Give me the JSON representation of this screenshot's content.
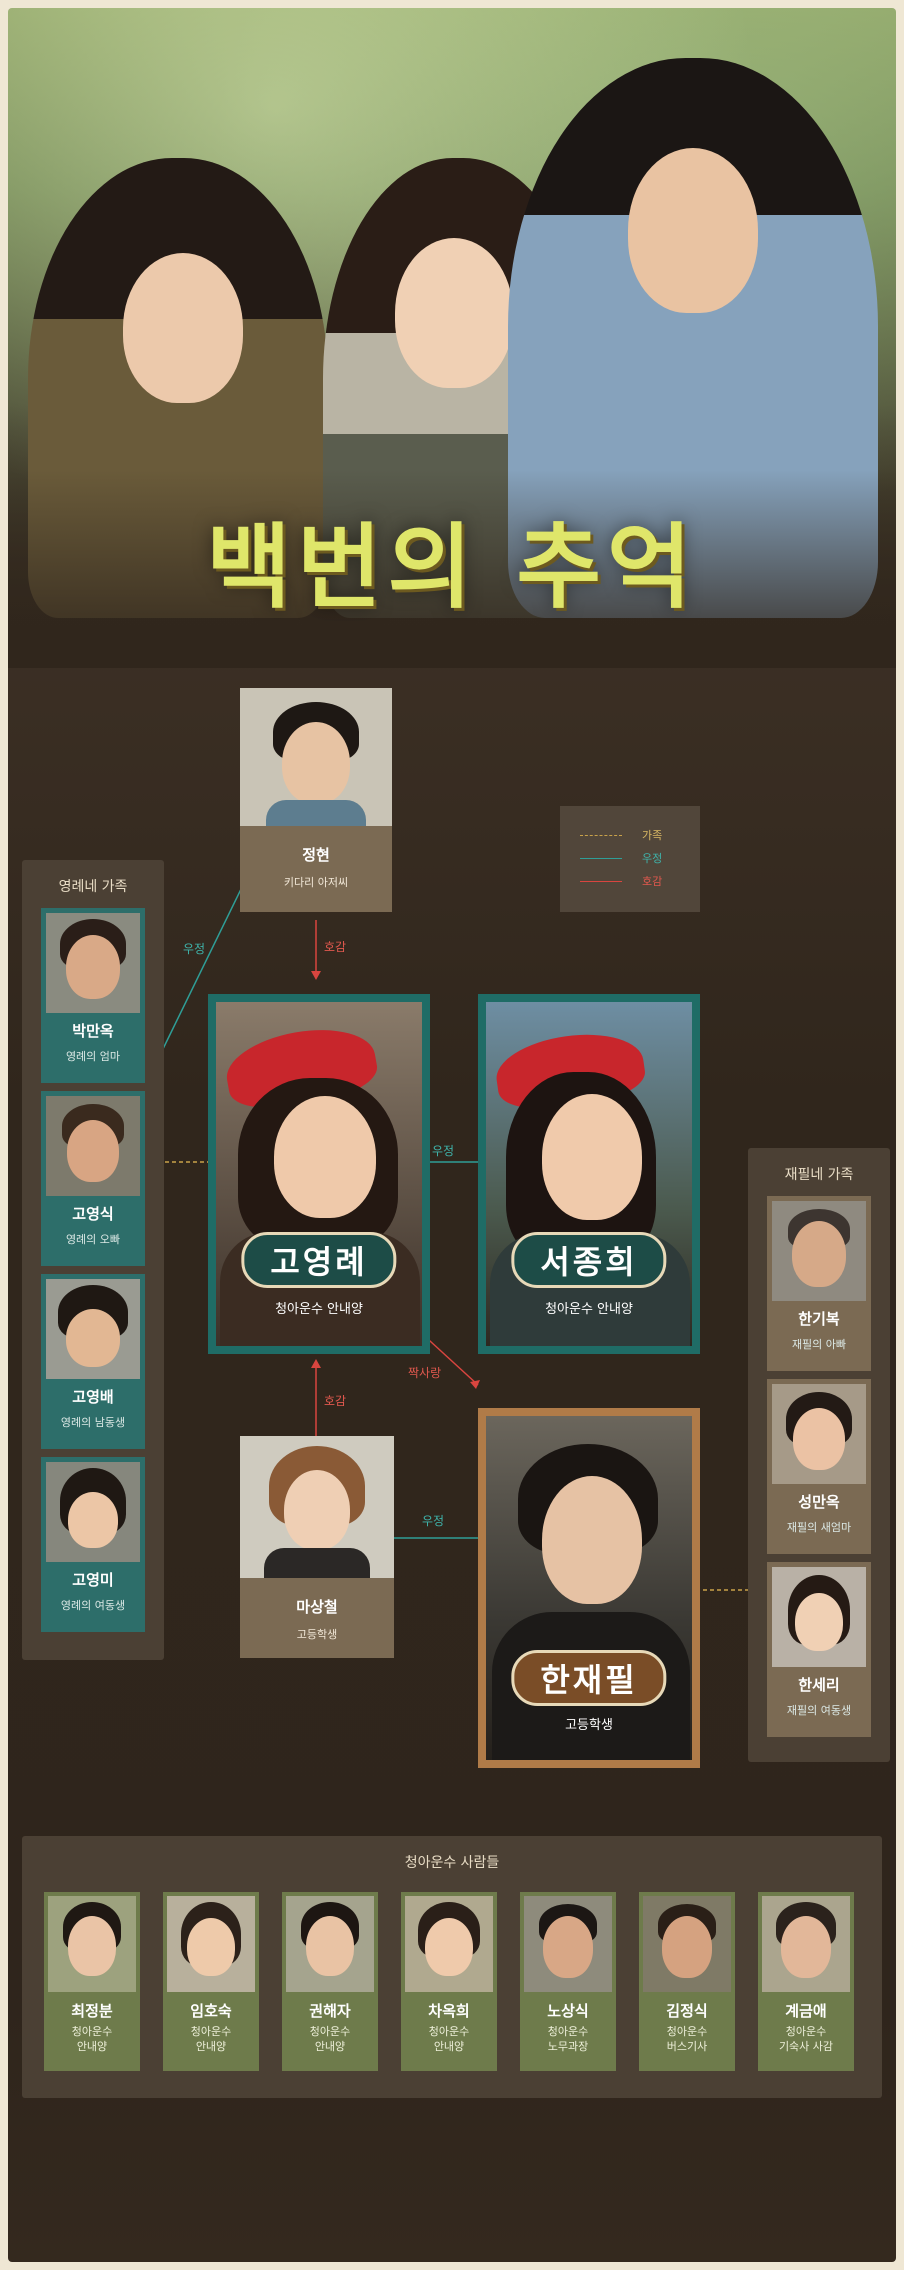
{
  "title": "백번의 추억",
  "colors": {
    "family": "#c9a24a",
    "friendship": "#2f9e97",
    "crush": "#d9453f",
    "main_frame": "#1f6c66",
    "hanjae_frame": "#b07b48",
    "card": "#7b6a53",
    "teal_card": "#2d6e6a",
    "green_card": "#6e7b4b",
    "title_color": "#dfe66a"
  },
  "legend": [
    {
      "label": "가족",
      "color": "#c9a24a",
      "style": "dashed"
    },
    {
      "label": "우정",
      "color": "#2f9e97",
      "style": "solid"
    },
    {
      "label": "호감",
      "color": "#d9453f",
      "style": "solid"
    }
  ],
  "jeonghyun": {
    "name": "정현",
    "role": "키다리 아저씨"
  },
  "main": [
    {
      "name": "고영례",
      "role": "청아운수 안내양"
    },
    {
      "name": "서종희",
      "role": "청아운수 안내양"
    }
  ],
  "masangcheol": {
    "name": "마상철",
    "role": "고등학생"
  },
  "hanjaepil": {
    "name": "한재필",
    "role": "고등학생"
  },
  "relations": {
    "jeonghyun_to_youngrye": "호감",
    "jeonghyun_to_family": "우정",
    "youngrye_to_jonghee": "우정",
    "youngrye_to_jaepil": "짝사랑",
    "sangcheol_to_youngrye": "호감",
    "sangcheol_to_jaepil": "우정"
  },
  "youngrye_family": {
    "title": "영례네 가족",
    "members": [
      {
        "name": "박만옥",
        "role": "영례의 엄마"
      },
      {
        "name": "고영식",
        "role": "영례의 오빠"
      },
      {
        "name": "고영배",
        "role": "영례의 남동생"
      },
      {
        "name": "고영미",
        "role": "영례의 여동생"
      }
    ]
  },
  "jaepil_family": {
    "title": "재필네 가족",
    "members": [
      {
        "name": "한기복",
        "role": "재필의 아빠"
      },
      {
        "name": "성만옥",
        "role": "재필의 새엄마"
      },
      {
        "name": "한세리",
        "role": "재필의 여동생"
      }
    ]
  },
  "company": {
    "title": "청아운수 사람들",
    "members": [
      {
        "name": "최정분",
        "role_line1": "청아운수",
        "role_line2": "안내양"
      },
      {
        "name": "임호숙",
        "role_line1": "청아운수",
        "role_line2": "안내양"
      },
      {
        "name": "권해자",
        "role_line1": "청아운수",
        "role_line2": "안내양"
      },
      {
        "name": "차옥희",
        "role_line1": "청아운수",
        "role_line2": "안내양"
      },
      {
        "name": "노상식",
        "role_line1": "청아운수",
        "role_line2": "노무과장"
      },
      {
        "name": "김정식",
        "role_line1": "청아운수",
        "role_line2": "버스기사"
      },
      {
        "name": "계금애",
        "role_line1": "청아운수",
        "role_line2": "기숙사 사감"
      }
    ]
  }
}
